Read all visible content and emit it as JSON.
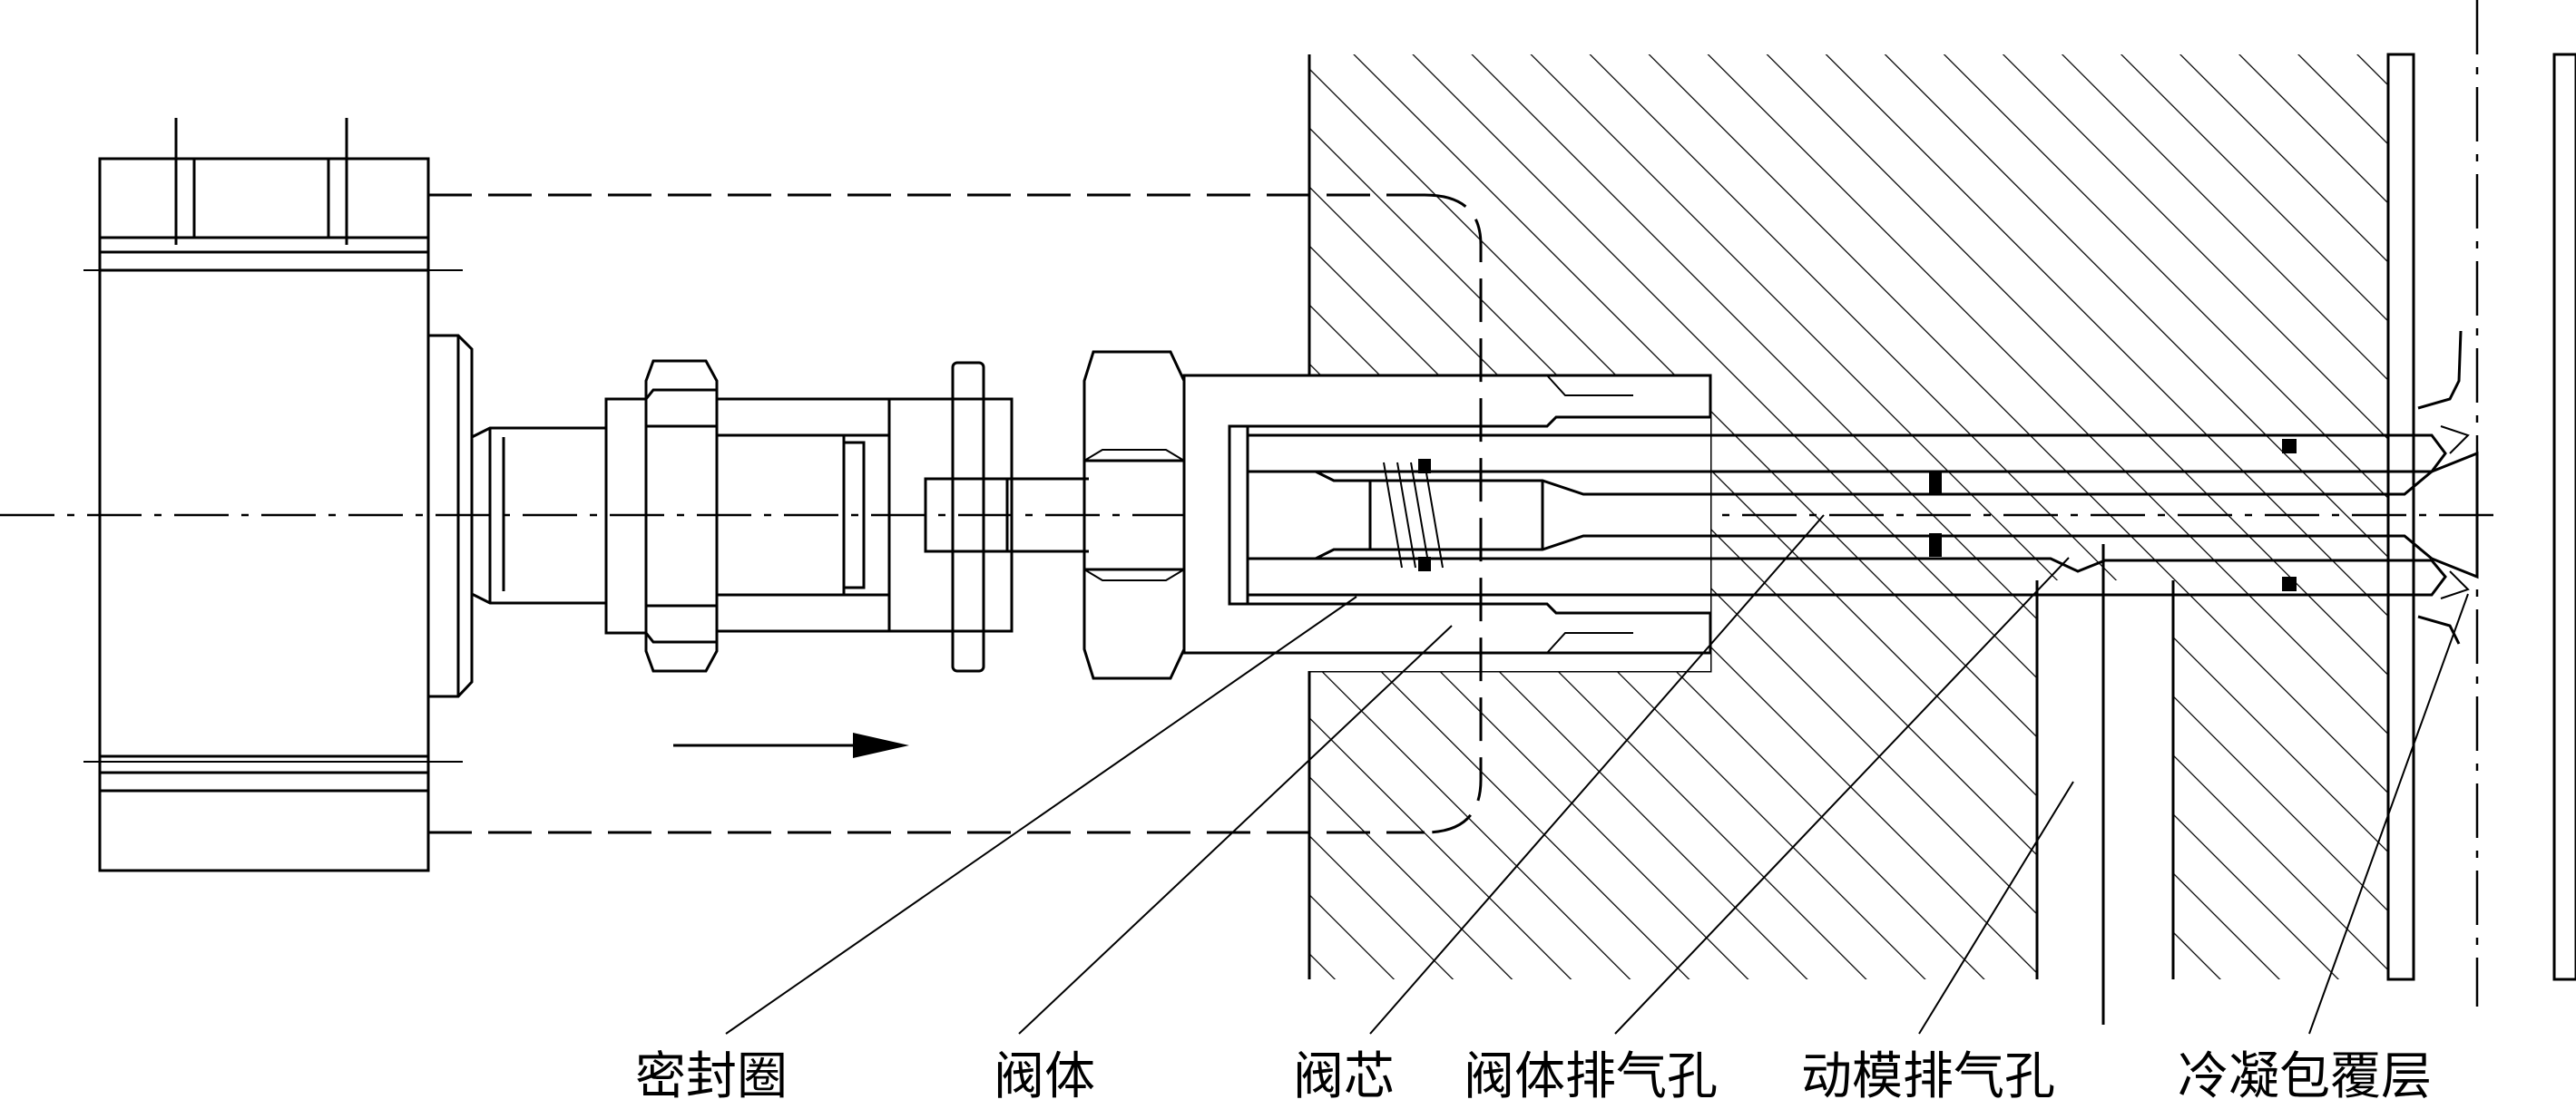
{
  "diagram": {
    "labels": {
      "seal_ring": "密封圈",
      "valve_body": "阀体",
      "valve_core": "阀芯",
      "valve_body_vent": "阀体排气孔",
      "moving_die_vent": "动模排气孔",
      "cold_coating_layer": "冷凝包覆层"
    },
    "colors": {
      "stroke": "#000000",
      "background": "#ffffff"
    },
    "icons": {
      "flow_direction": "arrow-right-icon"
    }
  }
}
